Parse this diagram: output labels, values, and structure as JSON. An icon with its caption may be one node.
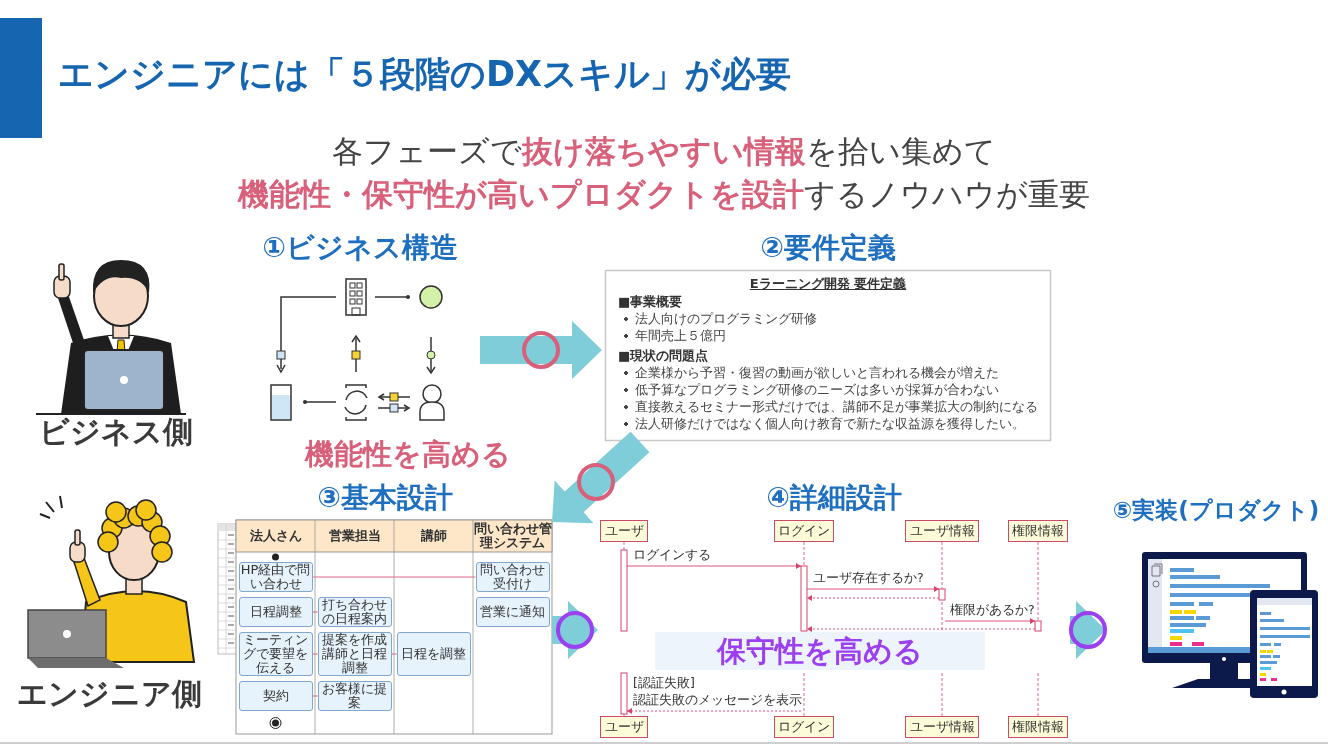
{
  "diagram": {
    "title": "エンジニアには「５段階のDXスキル」が必要",
    "nodes": [
      {
        "text": [
          "①ビジネス構造"
        ]
      },
      {
        "text": [
          "②要件定義",
          "Eラーニング開発 要件定義",
          "■事業概要",
          "法人向けのプログラミング研修",
          "年間売上５億円",
          "■現状の問題点",
          "企業様から予習・復習の動画が欲しいと言われる機会が増えた",
          "低予算なプログラミング研修のニーズは多いが採算が合わない",
          "直接教えるセミナー形式だけでは、講師不足が事業拡大の制約になる",
          "法人研修だけではなく個人向け教育で新たな収益源を獲得したい。"
        ]
      },
      {
        "text": [
          "③基本設計",
          "法人さん",
          "営業担当",
          "講師",
          "問い合わせ管理システム",
          "HP経由で問い合わせ",
          "問い合わせ受付け",
          "日程調整",
          "打ち合わせの日程案内",
          "営業に通知",
          "ミーティングで要望を伝える",
          "提案を作成講師と日程調整",
          "日程を調整",
          "契約",
          "お客様に提案"
        ]
      },
      {
        "text": [
          "④詳細設計",
          "ユーザ",
          "ログイン",
          "ユーザ情報",
          "権限情報",
          "ログインする",
          "ユーザ存在するか?",
          "権限があるか?",
          "[認証失敗]",
          "認証失敗のメッセージを表示",
          "ユーザ",
          "ログイン",
          "ユーザ情報",
          "権限情報"
        ]
      },
      {
        "text": [
          "⑤実装(プロダクト)"
        ]
      }
    ],
    "edges": [
      {
        "from": 0,
        "to": 1,
        "arrow": "to"
      },
      {
        "from": 1,
        "to": 2,
        "arrow": "to"
      },
      {
        "from": 2,
        "to": 3,
        "arrow": "to"
      },
      {
        "from": 3,
        "to": 4,
        "arrow": "to"
      }
    ],
    "labels": [
      "各フェーズで**抜け落ちやすい情報**を拾い集めて",
      "**機能性・保守性が高いプロダクトを設計**するノウハウが重要",
      "ビジネス側",
      "機能性を高める",
      "エンジニア側",
      "保守性を高める"
    ]
  }
}
